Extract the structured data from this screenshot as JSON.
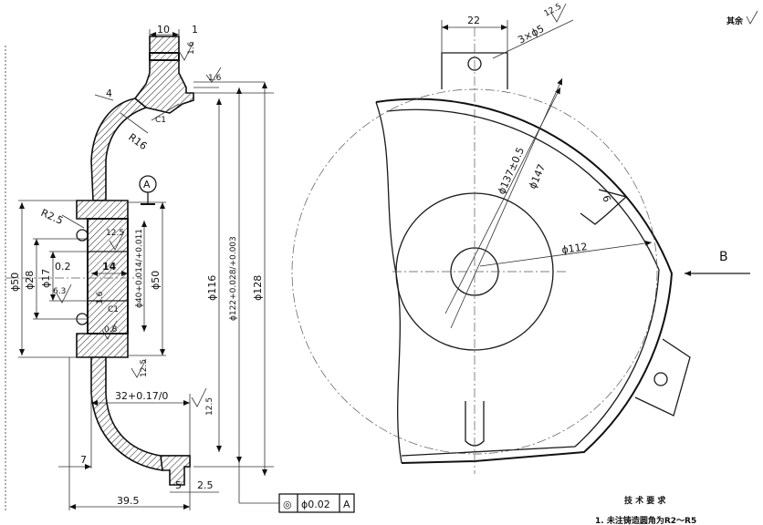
{
  "section_view": {
    "dims": {
      "width_10": "10",
      "offset_1": "1",
      "rough_top": "1.6",
      "rough_flange": "1.6",
      "chamfer_4": "4",
      "radius_r16": "R16",
      "chamfer_c1_top": "C1",
      "datum_a": "A",
      "radius_r2_5": "R2.5",
      "rough_12_5_hub": "12.5",
      "dia_50_outer": "ϕ50",
      "dia_28": "ϕ28",
      "dia_17": "ϕ17",
      "depth_0_2": "0.2",
      "len_14": "14",
      "rough_6_3": "6.3",
      "rough_1_6_bore": "1.6",
      "chamfer_c1_bore": "C1",
      "rough_0_8": "0.8",
      "dia_40_tol": "ϕ40+0.014/+0.011",
      "dia_50_inner": "ϕ50",
      "dia_116": "ϕ116",
      "dia_122_tol": "ϕ122+0.028/+0.003",
      "dia_128": "ϕ128",
      "rough_12_5_side": "12.5",
      "len_32_tol": "32+0.17/0",
      "rough_12_5_low": "12.5",
      "len_7": "7",
      "len_5": "5",
      "len_2_5": "2.5",
      "len_39_5": "39.5"
    },
    "tolerance_frame": {
      "symbol": "◎",
      "value": "ϕ0.02",
      "datum": "A"
    }
  },
  "front_view": {
    "dims": {
      "width_22": "22",
      "holes": "3×ϕ5",
      "rough_12_5": "12.5",
      "dia_137": "ϕ137±0.5",
      "dia_147": "ϕ147",
      "slot_6": "6",
      "dia_112": "ϕ112",
      "view_b": "B"
    }
  },
  "notes": {
    "rest_roughness": "其余",
    "tech_req_title": "技 术 要 求",
    "tech_req_line1": "1. 未注铸造圆角为R2～R5"
  }
}
